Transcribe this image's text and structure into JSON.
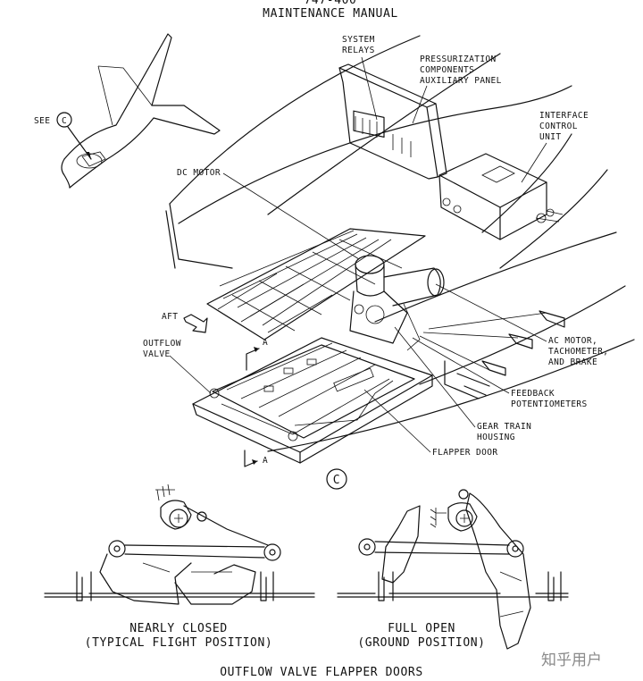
{
  "header": {
    "doc_number": "747-400",
    "manual_title": "MAINTENANCE MANUAL"
  },
  "labels": {
    "see": "SEE",
    "detail_letter": "C",
    "system_relays": [
      "SYSTEM",
      "RELAYS"
    ],
    "pressurization_panel": [
      "PRESSURIZATION",
      "COMPONENTS",
      "AUXILIARY PANEL"
    ],
    "interface_control_unit": [
      "INTERFACE",
      "CONTROL",
      "UNIT"
    ],
    "dc_motor": "DC MOTOR",
    "aft": "AFT",
    "outflow_valve": [
      "OUTFLOW",
      "VALVE"
    ],
    "section_arrow": "A",
    "ac_motor": [
      "AC MOTOR,",
      "TACHOMETER,",
      "AND BRAKE"
    ],
    "feedback_potentiometers": [
      "FEEDBACK",
      "POTENTIOMETERS"
    ],
    "gear_train_housing": [
      "GEAR TRAIN",
      "HOUSING"
    ],
    "flapper_door": "FLAPPER DOOR"
  },
  "positions": {
    "nearly_closed": [
      "NEARLY CLOSED",
      "(TYPICAL FLIGHT POSITION)"
    ],
    "full_open": [
      "FULL OPEN",
      "(GROUND POSITION)"
    ]
  },
  "footer": {
    "figure_title": "OUTFLOW VALVE FLAPPER DOORS"
  },
  "watermark": "知乎用户"
}
